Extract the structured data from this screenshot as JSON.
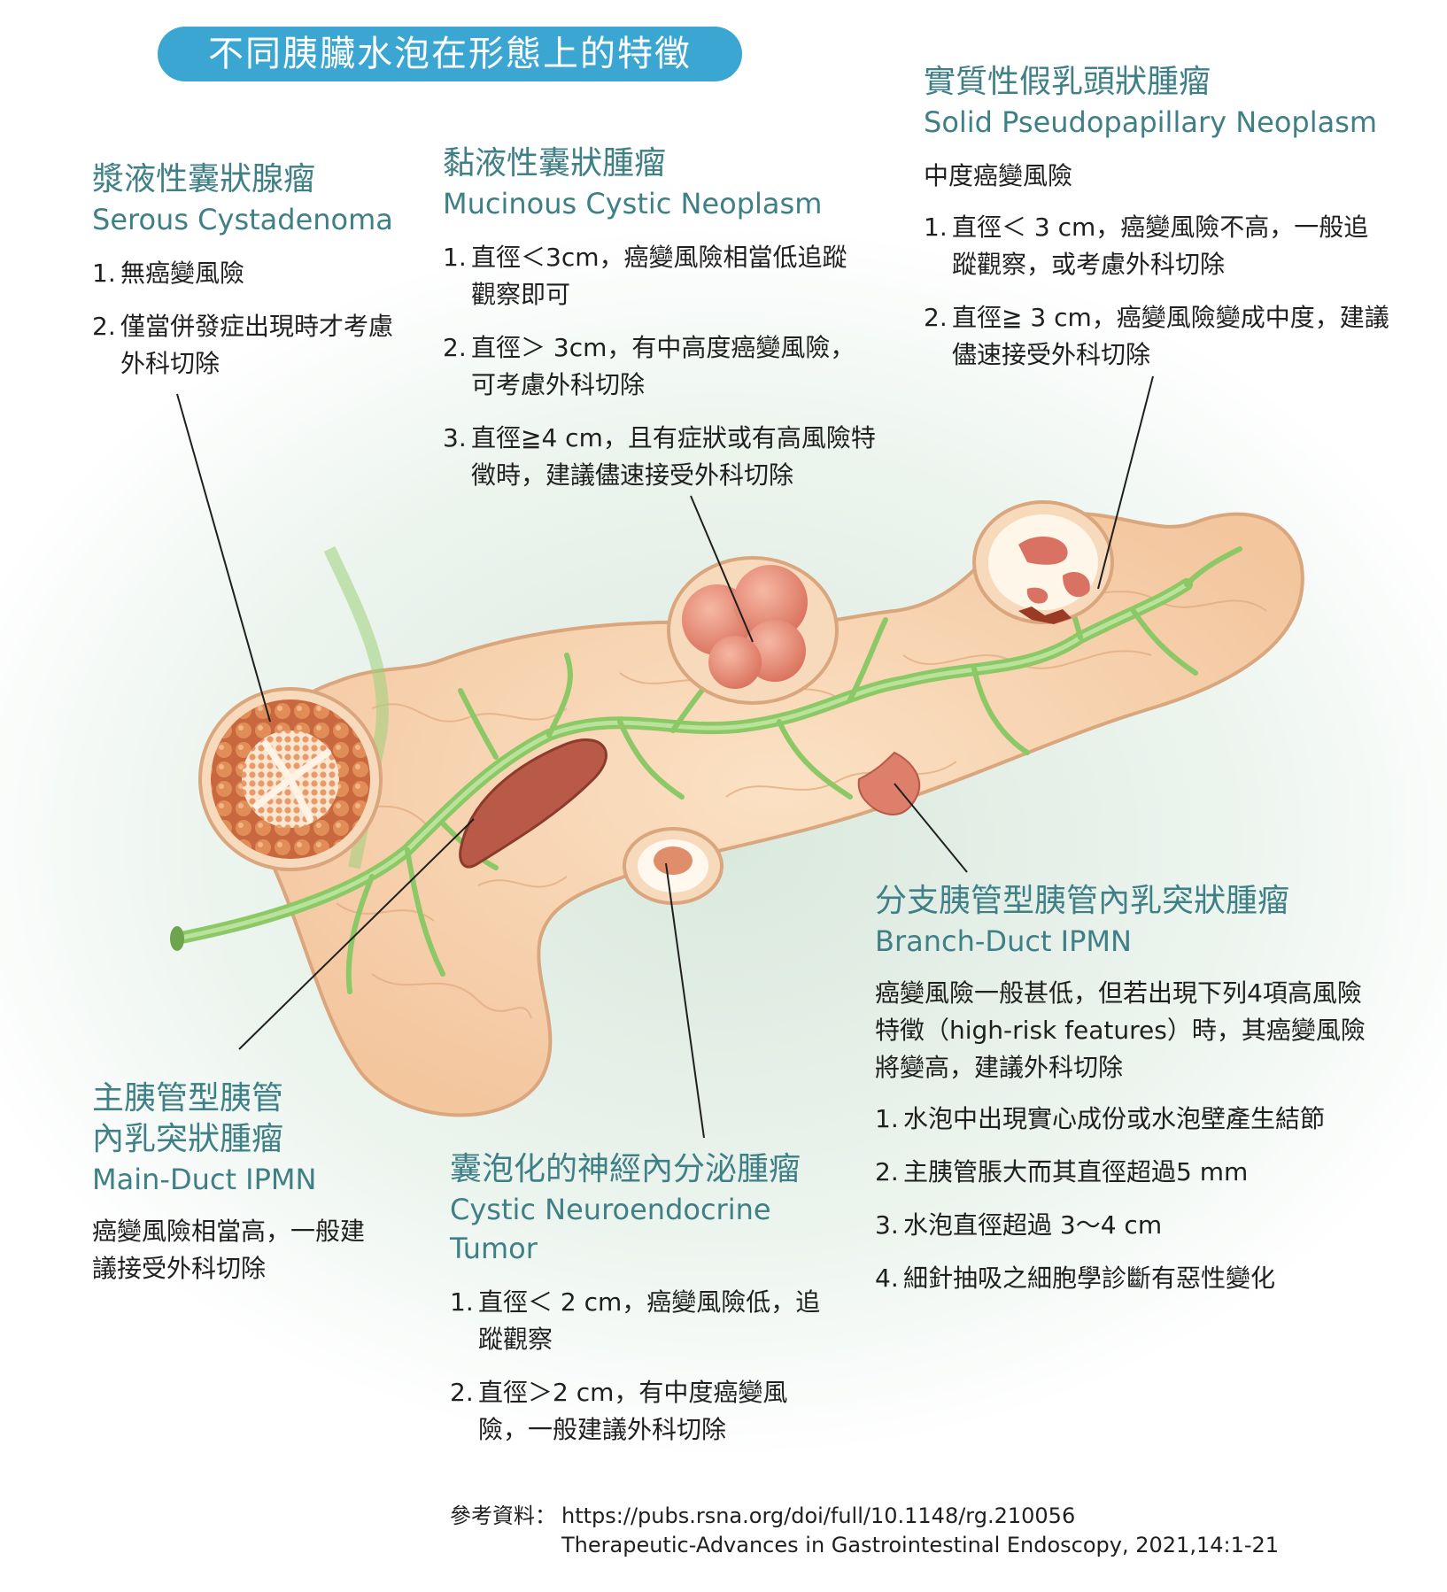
{
  "header": {
    "title": "不同胰臟水泡在形態上的特徵"
  },
  "serous": {
    "zh": "漿液性囊狀腺瘤",
    "en": "Serous Cystadenoma",
    "items": [
      "無癌變風險",
      "僅當併發症出現時才考慮外科切除"
    ]
  },
  "mucinous": {
    "zh": "黏液性囊狀腫瘤",
    "en": "Mucinous Cystic Neoplasm",
    "items": [
      "直徑＜3cm，癌變風險相當低追蹤觀察即可",
      "直徑＞ 3cm，有中高度癌變風險，可考慮外科切除",
      "直徑≧4 cm，且有症狀或有高風險特徵時，建議儘速接受外科切除"
    ]
  },
  "spn": {
    "zh": "實質性假乳頭狀腫瘤",
    "en": "Solid Pseudopapillary Neoplasm",
    "risk": "中度癌變風險",
    "items": [
      "直徑＜ 3 cm，癌變風險不高，一般追蹤觀察，或考慮外科切除",
      "直徑≧ 3 cm，癌變風險變成中度，建議儘速接受外科切除"
    ]
  },
  "branch": {
    "zh": "分支胰管型胰管內乳突狀腫瘤",
    "en": "Branch-Duct IPMN",
    "desc": "癌變風險一般甚低，但若出現下列4項高風險特徵（high-risk features）時，其癌變風險將變高，建議外科切除",
    "items": [
      "水泡中出現實心成份或水泡壁產生結節",
      "主胰管脹大而其直徑超過5 mm",
      "水泡直徑超過 3～4 cm",
      "細針抽吸之細胞學診斷有惡性變化"
    ]
  },
  "main": {
    "zh_line1": "主胰管型胰管",
    "zh_line2": "內乳突狀腫瘤",
    "en": "Main-Duct IPMN",
    "desc": "癌變風險相當高，一般建議接受外科切除"
  },
  "net": {
    "zh": "囊泡化的神經內分泌腫瘤",
    "en_line1": "Cystic Neuroendocrine",
    "en_line2": "Tumor",
    "items": [
      "直徑＜ 2 cm，癌變風險低，追蹤觀察",
      "直徑＞2 cm，有中度癌變風險，一般建議外科切除"
    ]
  },
  "source": {
    "label": "參考資料：",
    "line1": "https://pubs.rsna.org/doi/full/10.1148/rg.210056",
    "line2": "Therapeutic-Advances in Gastrointestinal Endoscopy, 2021,14:1-21"
  },
  "colors": {
    "title_bg": "#3aa6d1",
    "heading": "#3f7f86",
    "pancreas_fill": "#f8d2ac",
    "pancreas_outline": "#d9a67d",
    "duct": "#8cc866",
    "lesion": "#d9705c",
    "main_duct_lesion": "#b85a47"
  }
}
